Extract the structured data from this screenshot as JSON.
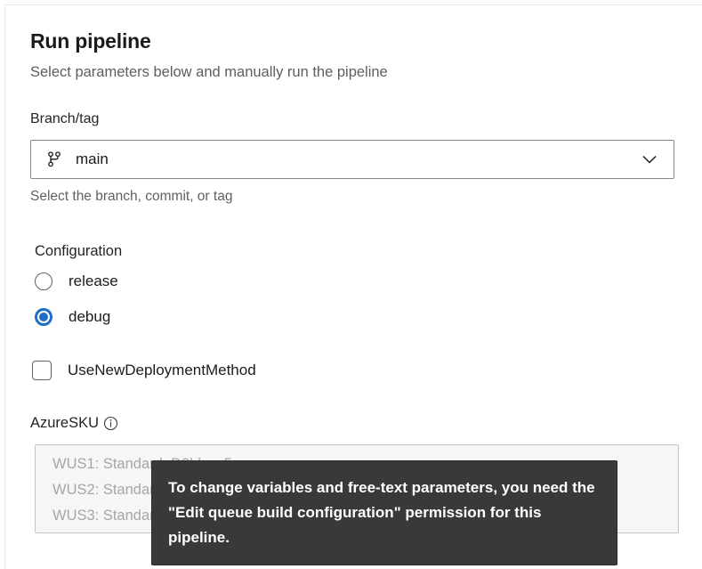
{
  "header": {
    "title": "Run pipeline",
    "subtitle": "Select parameters below and manually run the pipeline"
  },
  "branch": {
    "label": "Branch/tag",
    "icon": "git-branch-icon",
    "value": "main",
    "chevron": "chevron-down-icon",
    "help": "Select the branch, commit, or tag"
  },
  "configuration": {
    "label": "Configuration",
    "options": [
      {
        "label": "release",
        "checked": false
      },
      {
        "label": "debug",
        "checked": true
      }
    ]
  },
  "use_new_deployment_method": {
    "label": "UseNewDeploymentMethod",
    "checked": false
  },
  "azure_sku": {
    "label": "AzureSKU",
    "info_icon": "info-icon",
    "options": [
      "WUS1: Standard_D2lds_v5",
      "WUS2: Standard_D2lds_v5",
      "WUS3: Standard_D2lds_v5"
    ]
  },
  "tooltip": {
    "text": "To change variables and free-text parameters, you need the \"Edit queue build configuration\" permission for this pipeline."
  },
  "colors": {
    "accent": "#1f6fc4",
    "tooltip_bg": "#393939",
    "text_primary": "#1b1b1b",
    "text_secondary": "#605e5c"
  }
}
